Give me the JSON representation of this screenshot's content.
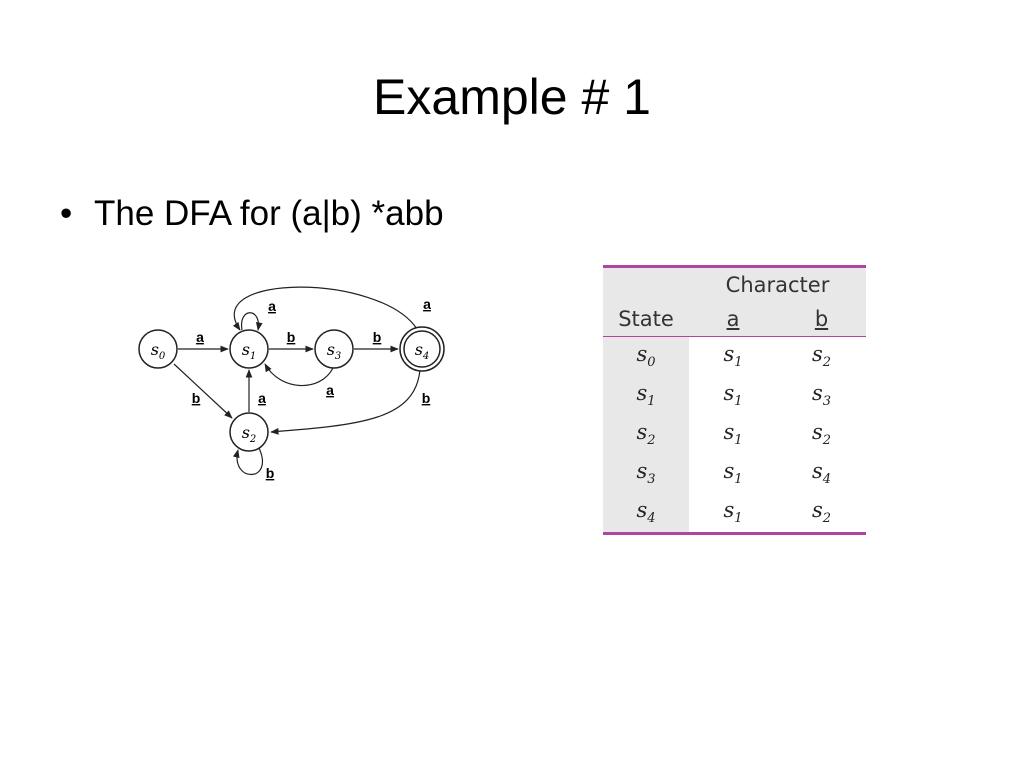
{
  "slide": {
    "title": "Example # 1",
    "bullet": "The DFA for (a|b) *abb"
  },
  "diagram": {
    "states": [
      {
        "id": "s0",
        "base": "s",
        "sub": "0",
        "accepting": false
      },
      {
        "id": "s1",
        "base": "s",
        "sub": "1",
        "accepting": false
      },
      {
        "id": "s2",
        "base": "s",
        "sub": "2",
        "accepting": false
      },
      {
        "id": "s3",
        "base": "s",
        "sub": "3",
        "accepting": false
      },
      {
        "id": "s4",
        "base": "s",
        "sub": "4",
        "accepting": true
      }
    ],
    "transitions": [
      {
        "from": "s0",
        "to": "s1",
        "symbol": "a"
      },
      {
        "from": "s0",
        "to": "s2",
        "symbol": "b"
      },
      {
        "from": "s1",
        "to": "s1",
        "symbol": "a"
      },
      {
        "from": "s1",
        "to": "s3",
        "symbol": "b"
      },
      {
        "from": "s2",
        "to": "s1",
        "symbol": "a"
      },
      {
        "from": "s2",
        "to": "s2",
        "symbol": "b"
      },
      {
        "from": "s3",
        "to": "s1",
        "symbol": "a"
      },
      {
        "from": "s3",
        "to": "s4",
        "symbol": "b"
      },
      {
        "from": "s4",
        "to": "s1",
        "symbol": "a"
      },
      {
        "from": "s4",
        "to": "s2",
        "symbol": "b"
      }
    ]
  },
  "table": {
    "group_header": "Character",
    "state_header": "State",
    "columns": [
      "a",
      "b"
    ],
    "rows": [
      {
        "state": {
          "base": "s",
          "sub": "0"
        },
        "a": {
          "base": "s",
          "sub": "1"
        },
        "b": {
          "base": "s",
          "sub": "2"
        }
      },
      {
        "state": {
          "base": "s",
          "sub": "1"
        },
        "a": {
          "base": "s",
          "sub": "1"
        },
        "b": {
          "base": "s",
          "sub": "3"
        }
      },
      {
        "state": {
          "base": "s",
          "sub": "2"
        },
        "a": {
          "base": "s",
          "sub": "1"
        },
        "b": {
          "base": "s",
          "sub": "2"
        }
      },
      {
        "state": {
          "base": "s",
          "sub": "3"
        },
        "a": {
          "base": "s",
          "sub": "1"
        },
        "b": {
          "base": "s",
          "sub": "4"
        }
      },
      {
        "state": {
          "base": "s",
          "sub": "4"
        },
        "a": {
          "base": "s",
          "sub": "1"
        },
        "b": {
          "base": "s",
          "sub": "2"
        }
      }
    ],
    "accent_color": "#b0459b",
    "shade_color": "#e8e8e8"
  }
}
